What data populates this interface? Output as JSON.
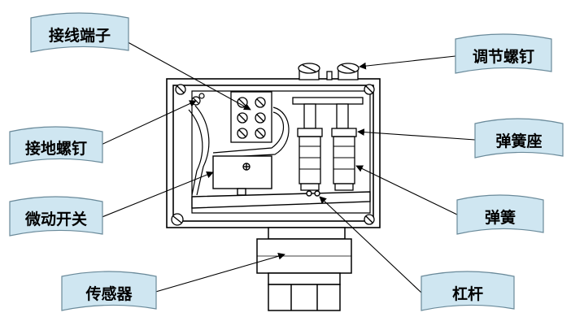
{
  "diagram": {
    "labels": {
      "terminal": "接线端子",
      "ground_screw": "接地螺钉",
      "micro_switch": "微动开关",
      "sensor": "传感器",
      "adjust_screw": "调节螺钉",
      "spring_seat": "弹簧座",
      "spring": "弹簧",
      "lever": "杠杆"
    },
    "colors": {
      "label_fill": "#cfe6f1",
      "label_stroke": "#6a8a9a",
      "line": "#000000",
      "body_fill": "#ffffff",
      "shadow": "#d9d9d9"
    }
  }
}
